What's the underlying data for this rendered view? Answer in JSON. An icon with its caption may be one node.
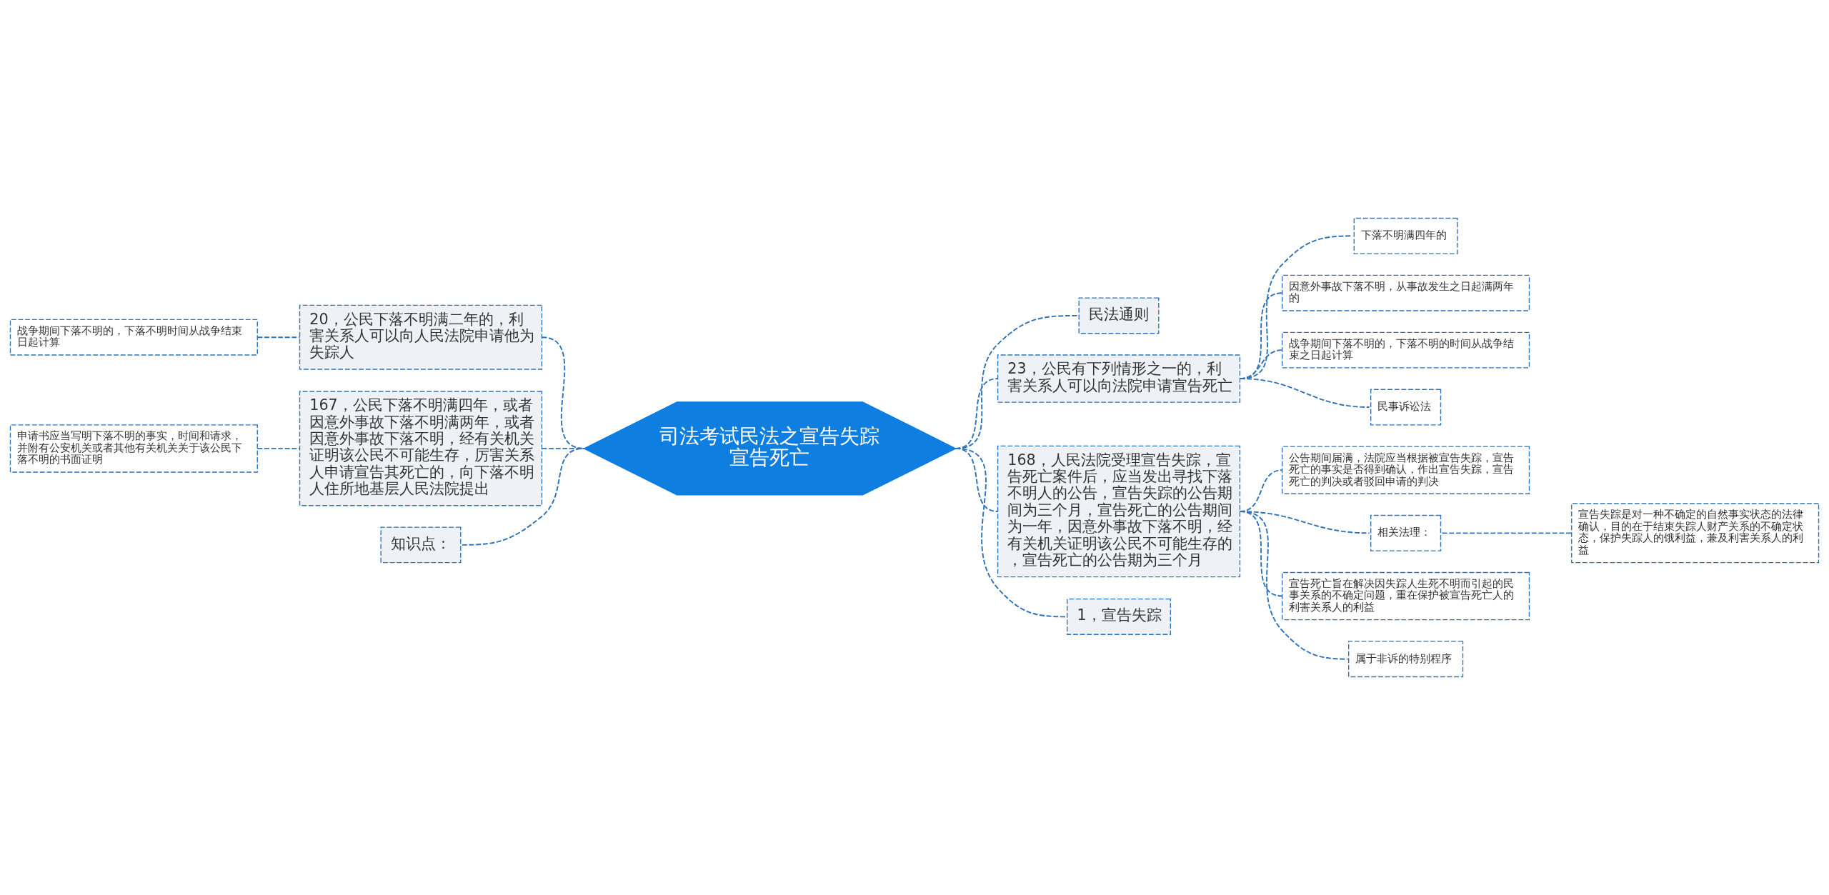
{
  "diagram": {
    "nodes": [
      {
        "text": [
          "司法考试民法之宣告失踪宣告死亡"
        ]
      },
      {
        "text": [
          "民法通则"
        ]
      },
      {
        "text": [
          "23，公民有下列情形之一的，利害关系人可以向法院申请宣告死亡"
        ]
      },
      {
        "text": [
          "下落不明满四年的"
        ]
      },
      {
        "text": [
          "因意外事故下落不明，从事故发生之日起满两年的"
        ]
      },
      {
        "text": [
          "战争期间下落不明的，下落不明的时间从战争结束之日起计算"
        ]
      },
      {
        "text": [
          "民事诉讼法"
        ]
      },
      {
        "text": [
          "168，人民法院受理宣告失踪，宣告死亡案件后，应当发出寻找下落不明人的公告，宣告失踪的公告期间为三个月，宣告死亡的公告期间为一年，因意外事故下落不明，经有关机关证明该公民不可能生存的，宣告死亡的公告期为三个月"
        ]
      },
      {
        "text": [
          "公告期间届满，法院应当根据被宣告失踪，宣告死亡的事实是否得到确认，作出宣告失踪，宣告死亡的判决或者驳回申请的判决"
        ]
      },
      {
        "text": [
          "相关法理："
        ]
      },
      {
        "text": [
          "宣告失踪是对一种不确定的自然事实状态的法律确认，目的在于结束失踪人财产关系的不确定状态，保护失踪人的饿利益，兼及利害关系人的利益"
        ]
      },
      {
        "text": [
          "宣告死亡旨在解决因失踪人生死不明而引起的民事关系的不确定问题，重在保护被宣告死亡人的利害关系人的利益"
        ]
      },
      {
        "text": [
          "属于非诉的特别程序"
        ]
      },
      {
        "text": [
          "1，宣告失踪"
        ]
      },
      {
        "text": [
          "20，公民下落不明满二年的，利害关系人可以向人民法院申请他为失踪人"
        ]
      },
      {
        "text": [
          "战争期间下落不明的，下落不明时间从战争结束日起计算"
        ]
      },
      {
        "text": [
          "167，公民下落不明满四年，或者因意外事故下落不明满两年，或者因意外事故下落不明，经有关机关证明该公民不可能生存，厉害关系人申请宣告其死亡的，向下落不明人住所地基层人民法院提出"
        ]
      },
      {
        "text": [
          "申请书应当写明下落不明的事实，时间和请求，并附有公安机关或者其他有关机关关于该公民下落不明的书面证明"
        ]
      },
      {
        "text": [
          "知识点："
        ]
      }
    ],
    "edges": [
      {
        "from": 0,
        "to": 1,
        "arrow": "none",
        "style": "dashed"
      },
      {
        "from": 0,
        "to": 2,
        "arrow": "none",
        "style": "dashed"
      },
      {
        "from": 2,
        "to": 3,
        "arrow": "none",
        "style": "dashed"
      },
      {
        "from": 2,
        "to": 4,
        "arrow": "none",
        "style": "dashed"
      },
      {
        "from": 2,
        "to": 5,
        "arrow": "none",
        "style": "dashed"
      },
      {
        "from": 2,
        "to": 6,
        "arrow": "none",
        "style": "dashed"
      },
      {
        "from": 0,
        "to": 7,
        "arrow": "none",
        "style": "dashed"
      },
      {
        "from": 7,
        "to": 8,
        "arrow": "none",
        "style": "dashed"
      },
      {
        "from": 7,
        "to": 9,
        "arrow": "none",
        "style": "dashed"
      },
      {
        "from": 9,
        "to": 10,
        "arrow": "none",
        "style": "dashed"
      },
      {
        "from": 7,
        "to": 11,
        "arrow": "none",
        "style": "dashed"
      },
      {
        "from": 7,
        "to": 12,
        "arrow": "none",
        "style": "dashed"
      },
      {
        "from": 0,
        "to": 13,
        "arrow": "none",
        "style": "dashed"
      },
      {
        "from": 0,
        "to": 14,
        "arrow": "none",
        "style": "dashed"
      },
      {
        "from": 14,
        "to": 15,
        "arrow": "none",
        "style": "dashed"
      },
      {
        "from": 0,
        "to": 16,
        "arrow": "none",
        "style": "dashed"
      },
      {
        "from": 16,
        "to": 17,
        "arrow": "none",
        "style": "dashed"
      },
      {
        "from": 0,
        "to": 18,
        "arrow": "none",
        "style": "dashed"
      }
    ]
  }
}
